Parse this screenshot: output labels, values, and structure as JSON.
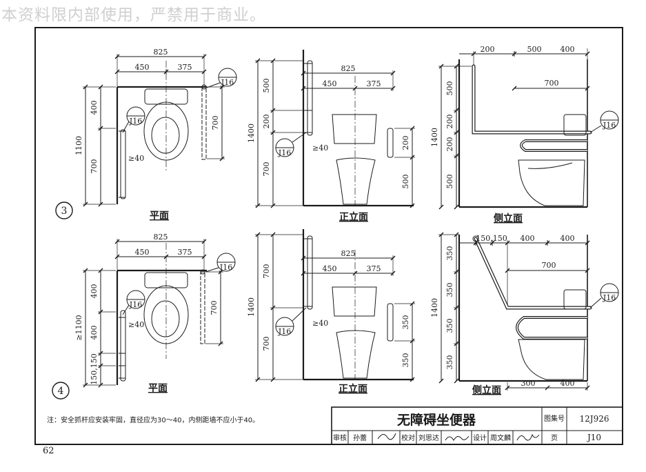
{
  "watermark": "本资料限内部使用，严禁用于商业。",
  "page_number": "62",
  "ref_tag": "J16",
  "captions": {
    "plan": "平面",
    "front": "正立面",
    "side": "侧立面"
  },
  "row3": {
    "badge": "3",
    "plan": {
      "total": "825",
      "a": "450",
      "b": "375",
      "v_total": "1100",
      "v1": "400",
      "v2": "700",
      "bar_len": "700",
      "gap": "≥40"
    },
    "front": {
      "total": "825",
      "a": "450",
      "b": "375",
      "v_total": "1400",
      "v1": "500",
      "v2": "200",
      "v3": "700",
      "gap": "≥40",
      "r1": "200",
      "r2": "500"
    },
    "side": {
      "t1": "200",
      "t2": "500",
      "t3": "400",
      "mid": "700",
      "v_total": "1400",
      "v1": "500",
      "v2": "200",
      "v3": "200",
      "v4": "500"
    }
  },
  "row4": {
    "badge": "4",
    "plan": {
      "total": "825",
      "a": "450",
      "b": "375",
      "v_total": "≥1100",
      "v1": "400",
      "v2": "400",
      "v3": "150,150",
      "bar_len": "700",
      "gap": "≥40"
    },
    "front": {
      "total": "825",
      "a": "450",
      "b": "375",
      "v_total": "1400",
      "v1": "700",
      "v2": "700",
      "gap": "≥40",
      "r1": "350",
      "r2": "350"
    },
    "side": {
      "t1": "150,150",
      "t2": "400",
      "t3": "400",
      "mid": "700",
      "b1": "300",
      "b2": "400",
      "v_total": "1400",
      "v1": "350",
      "v2": "350",
      "v3": "350",
      "v4": "350"
    }
  },
  "note": "注：安全抓杆应安装牢固，直径应为30～40，内侧距墙不应小于40。",
  "title_block": {
    "title": "无障碍坐便器",
    "atlas_label": "图集号",
    "atlas_no": "12J926",
    "review": "审核",
    "reviewer": "孙蕾",
    "check": "校对",
    "checker": "刘思达",
    "design": "设计",
    "designer": "周文麟",
    "page_label": "页",
    "page_no": "J10"
  }
}
